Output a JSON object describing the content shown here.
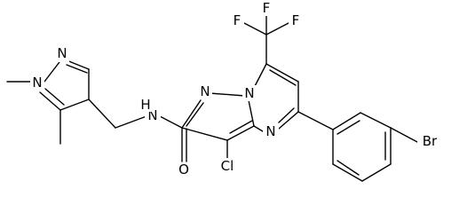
{
  "atoms": {
    "n_pyrazole_top": "N",
    "n_pyrazole_methyl": "N",
    "n_amide": "N",
    "h_amide": "H",
    "o_carbonyl": "O",
    "cl": "Cl",
    "n_core_top": "N",
    "n_core_bridge": "N",
    "n_core_lower": "N",
    "f_left": "F",
    "f_top": "F",
    "f_right": "F",
    "br": "Br"
  }
}
